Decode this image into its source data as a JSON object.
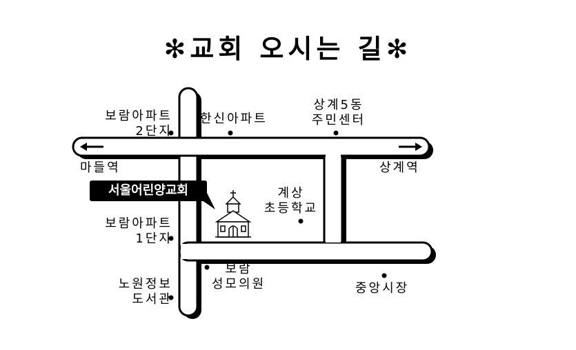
{
  "title": "✻교회 오시는 길✻",
  "church": {
    "name": "서울어린양교회"
  },
  "places": {
    "bolam_apt_2": {
      "line1": "보람아파트",
      "line2": "2단지"
    },
    "hansin_apt": {
      "label": "한신아파트"
    },
    "sanggye5": {
      "line1": "상계5동",
      "line2": "주민센터"
    },
    "madeul": {
      "label": "마들역"
    },
    "sanggye_station": {
      "label": "상계역"
    },
    "gyesang_school": {
      "line1": "계상",
      "line2": "초등학교"
    },
    "bolam_apt_1": {
      "line1": "보람아파트",
      "line2": "1단지"
    },
    "nowon_library": {
      "line1": "노원정보",
      "line2": "도서관"
    },
    "bolam_clinic": {
      "line1": "보람",
      "line2": "성모의원"
    },
    "jungang_market": {
      "label": "중앙시장"
    }
  },
  "icons": {
    "arrow_left": "arrow-left-icon",
    "arrow_right": "arrow-right-icon",
    "church": "church-icon",
    "marker": "dot-marker-icon"
  }
}
